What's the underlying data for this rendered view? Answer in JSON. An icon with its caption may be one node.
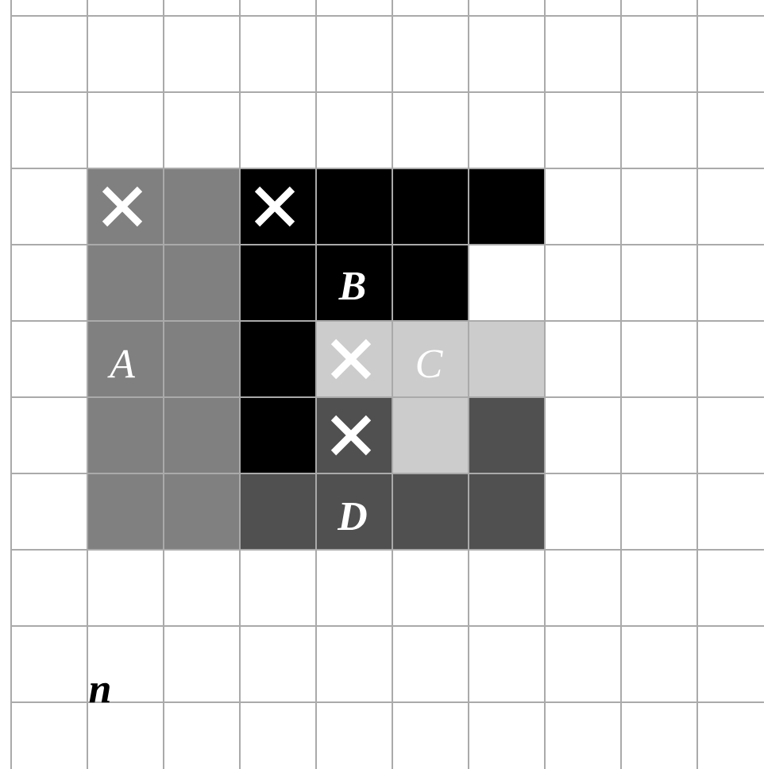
{
  "diagram": {
    "labels": [
      "A",
      "B",
      "C",
      "D",
      "n"
    ]
  }
}
